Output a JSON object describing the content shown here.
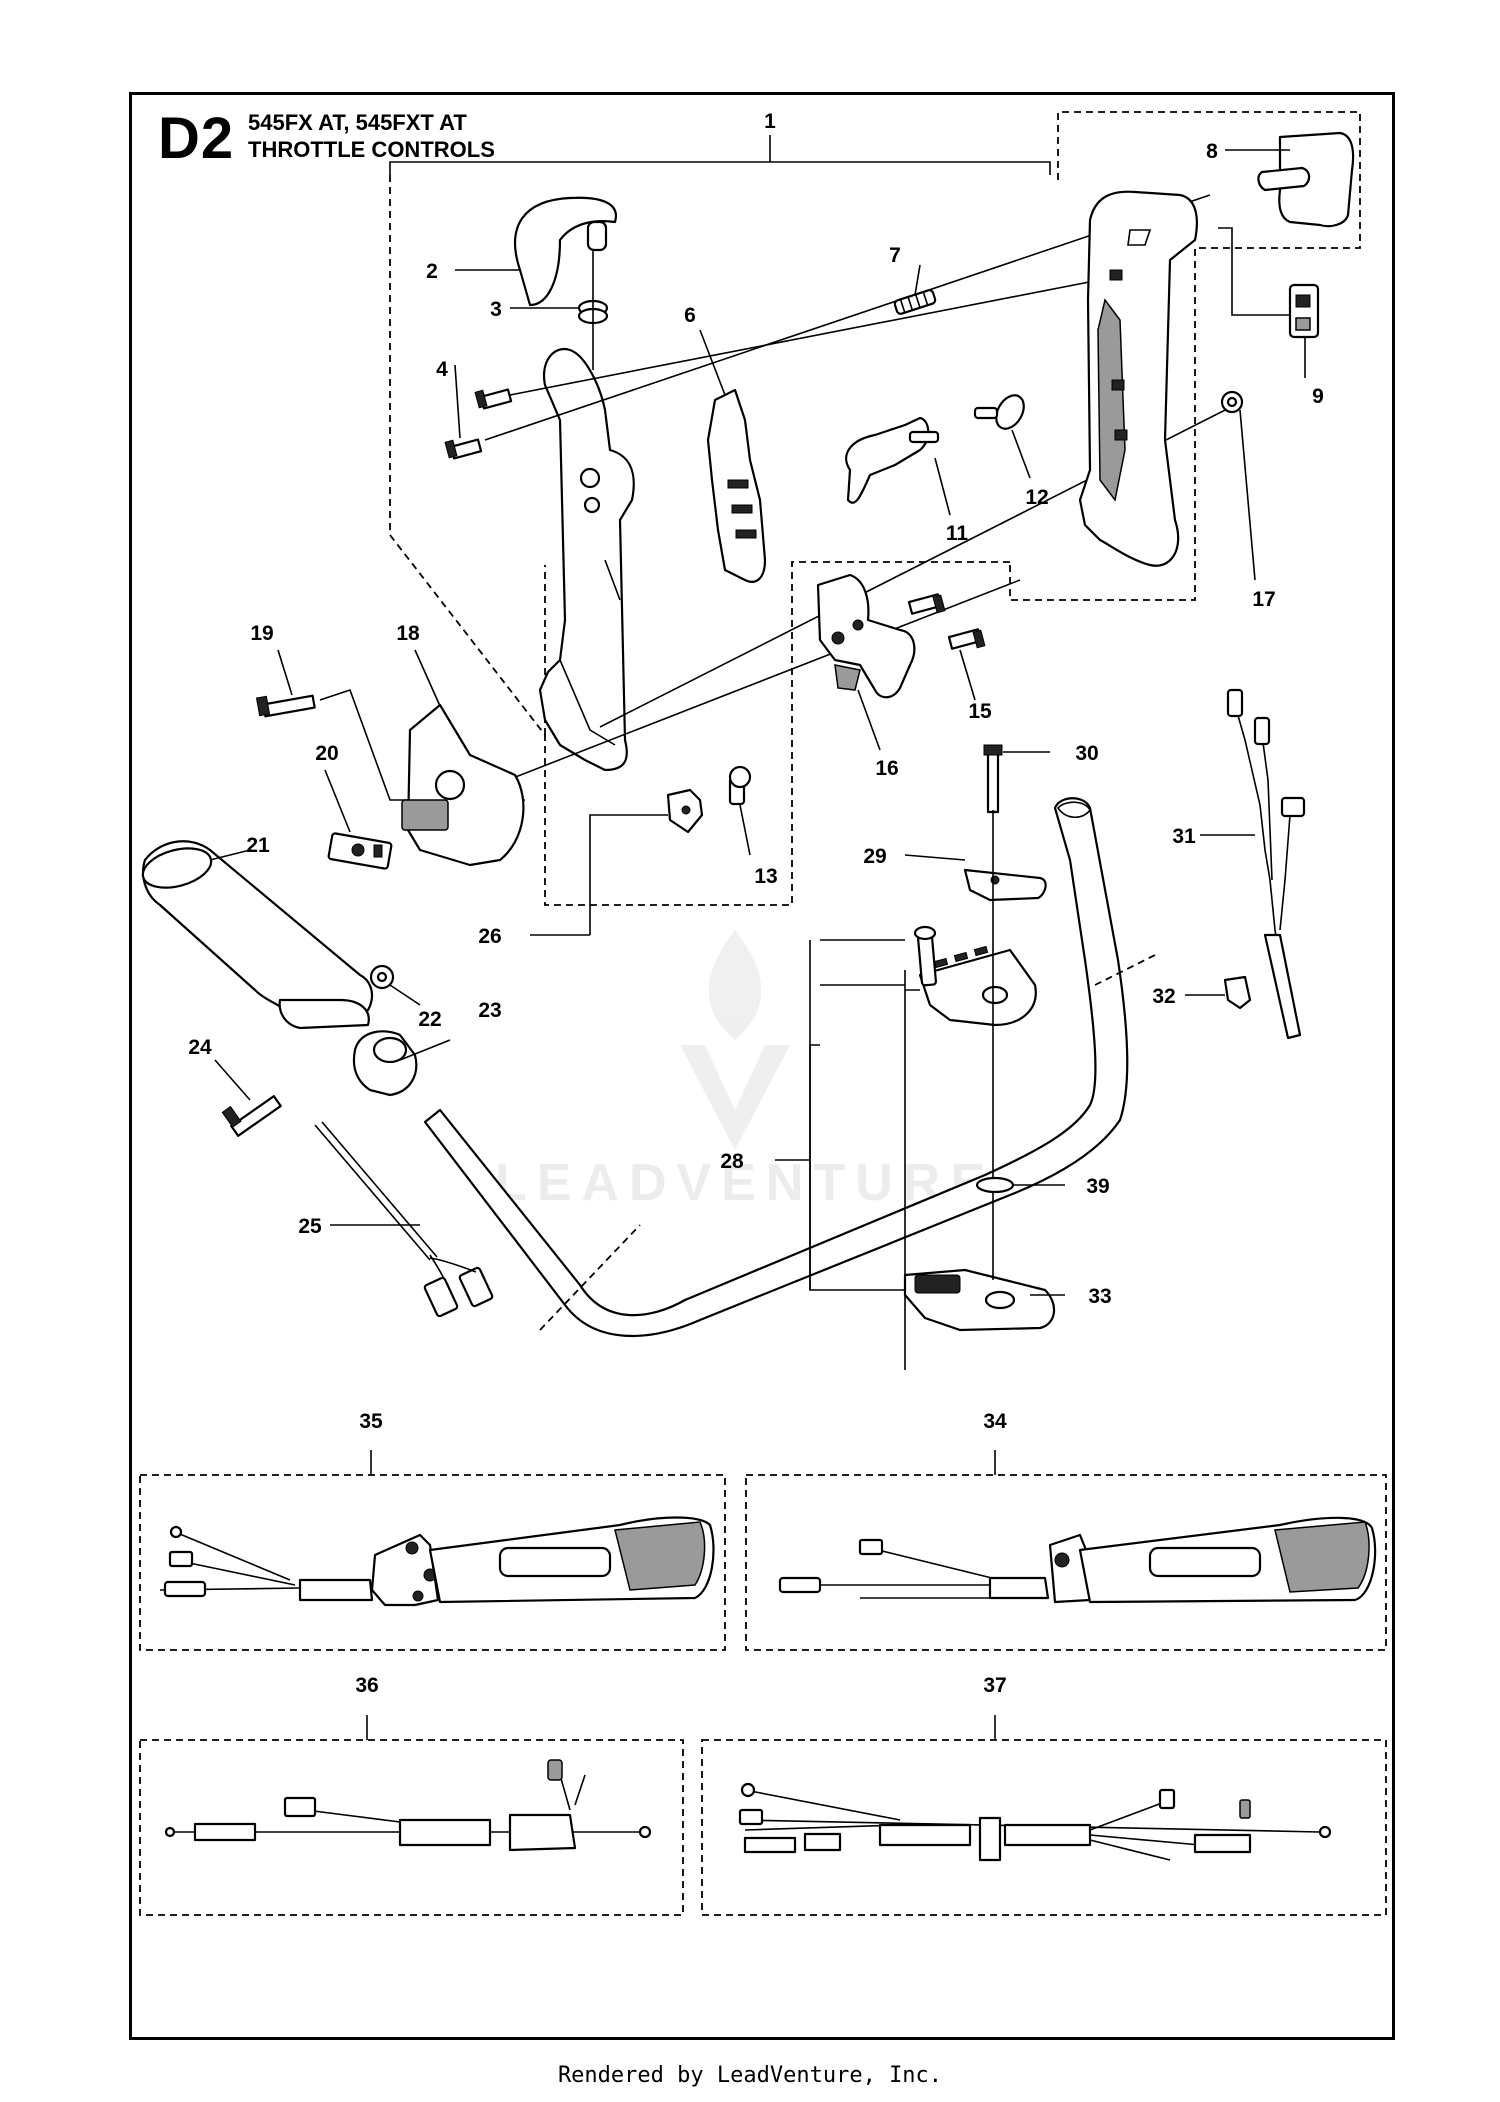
{
  "header": {
    "section_code": "D2",
    "models": "545FX AT, 545FXT AT",
    "title": "THROTTLE CONTROLS"
  },
  "callouts": [
    "1",
    "2",
    "3",
    "4",
    "6",
    "7",
    "8",
    "9",
    "11",
    "12",
    "13",
    "15",
    "16",
    "17",
    "18",
    "19",
    "20",
    "21",
    "22",
    "23",
    "24",
    "25",
    "26",
    "28",
    "29",
    "30",
    "31",
    "32",
    "33",
    "34",
    "35",
    "36",
    "37",
    "39"
  ],
  "watermark": "LEADVENTURE",
  "footer": "Rendered by LeadVenture, Inc."
}
